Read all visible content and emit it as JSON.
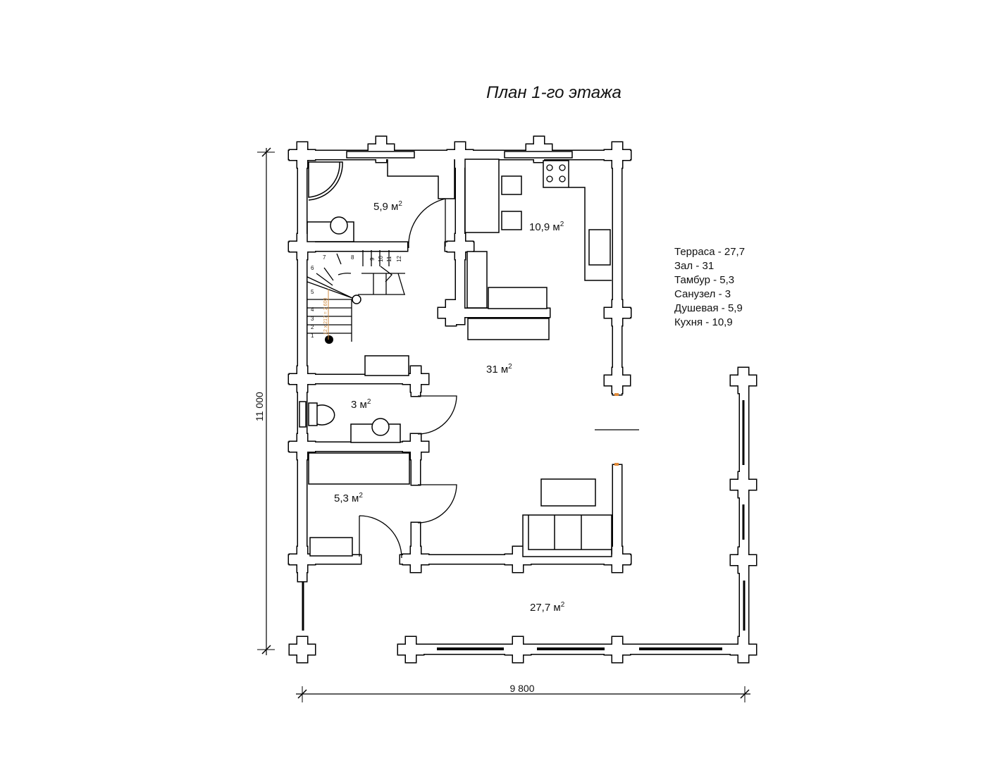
{
  "title": "План 1-го этажа",
  "rooms": {
    "shower": {
      "value": "5,9 м",
      "sup": "2"
    },
    "kitchen": {
      "value": "10,9 м",
      "sup": "2"
    },
    "hall": {
      "value": "31 м",
      "sup": "2"
    },
    "toilet": {
      "value": "3 м",
      "sup": "2"
    },
    "tambour": {
      "value": "5,3 м",
      "sup": "2"
    },
    "terrace": {
      "value": "27,7 м",
      "sup": "2"
    }
  },
  "legend": [
    "Терраса - 27,7",
    "Зал - 31",
    "Тамбур - 5,3",
    "Санузел - 3",
    "Душевая - 5,9",
    "Кухня - 10,9"
  ],
  "dimensions": {
    "height": "11 000",
    "width": "9 800"
  },
  "stairs": {
    "steps": [
      "1",
      "2",
      "3",
      "4",
      "5",
      "6",
      "7",
      "8",
      "9",
      "10",
      "11",
      "12"
    ],
    "note": "12 x 217 = 2 600"
  },
  "colors": {
    "stair_note": "#d08a3c",
    "line": "#000000"
  }
}
